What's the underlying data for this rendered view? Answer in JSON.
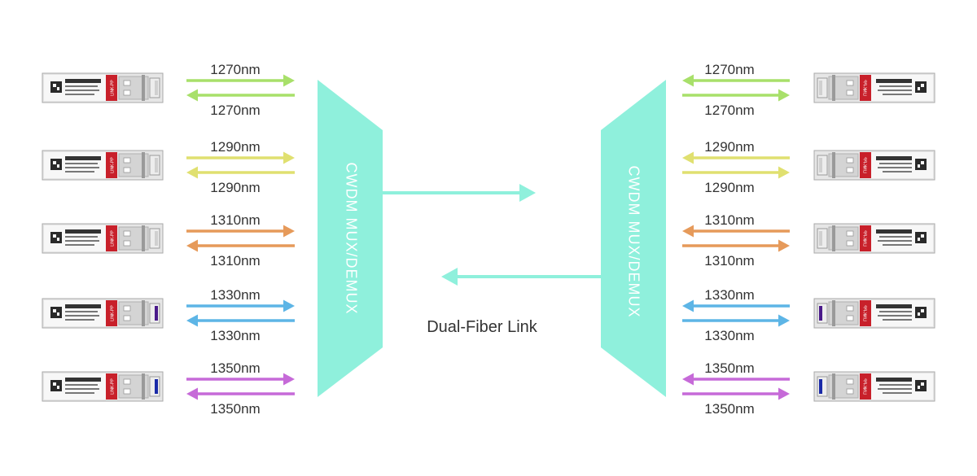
{
  "mux_label": "CWDM MUX/DEMUX",
  "link_label": "Dual-Fiber Link",
  "brand_label": "LINK-PP",
  "mux_color": "#8ff0dc",
  "trunk_color": "#8ff0dc",
  "brand_color": "#c8202a",
  "channels": [
    {
      "wavelength": "1270nm",
      "color": "#a8e06a"
    },
    {
      "wavelength": "1290nm",
      "color": "#e0e070"
    },
    {
      "wavelength": "1310nm",
      "color": "#e69a5a"
    },
    {
      "wavelength": "1330nm",
      "color": "#5db5e6"
    },
    {
      "wavelength": "1350nm",
      "color": "#c66ad8"
    }
  ],
  "transceiver_icon": "sfp-module-icon",
  "left_latch_colors": [
    "#d0d0d0",
    "#d0d0d0",
    "#d0d0d0",
    "#4a1a8a",
    "#1a2aa8"
  ],
  "right_latch_colors": [
    "#d0d0d0",
    "#d0d0d0",
    "#d0d0d0",
    "#4a1a8a",
    "#1a2aa8"
  ]
}
